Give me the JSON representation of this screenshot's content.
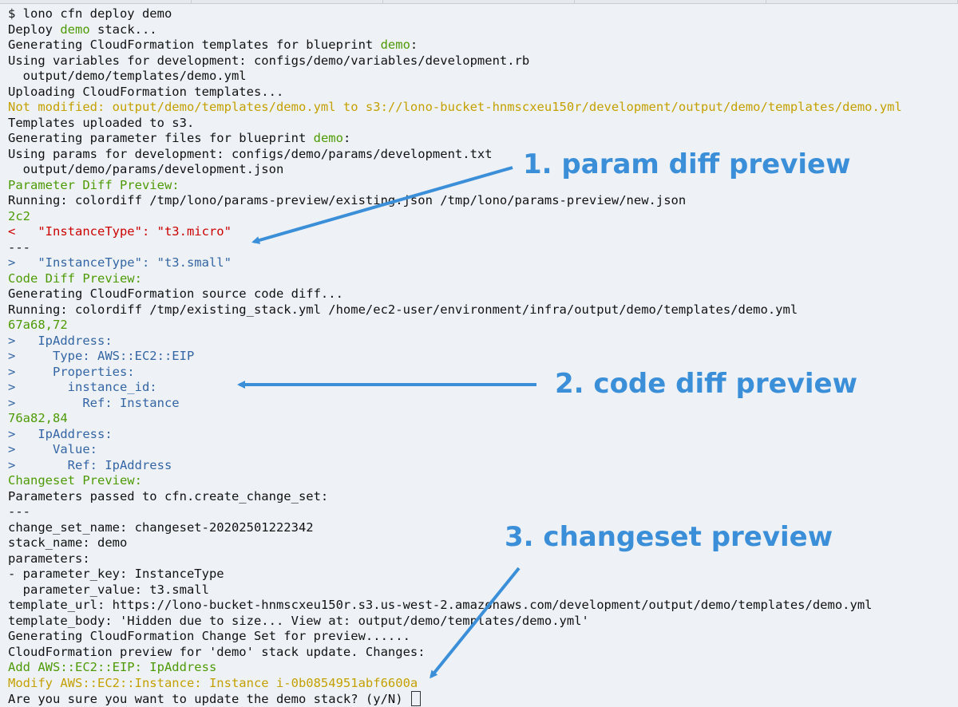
{
  "terminal": {
    "lines": [
      {
        "name": "line-command",
        "segments": [
          {
            "text": "$ lono cfn deploy demo",
            "color": "default"
          }
        ]
      },
      {
        "name": "line-deploy",
        "segments": [
          {
            "text": "Deploy ",
            "color": "default"
          },
          {
            "text": "demo",
            "color": "green"
          },
          {
            "text": " stack...",
            "color": "default"
          }
        ]
      },
      {
        "name": "line-generating-templates",
        "segments": [
          {
            "text": "Generating CloudFormation templates for blueprint ",
            "color": "default"
          },
          {
            "text": "demo",
            "color": "green"
          },
          {
            "text": ":",
            "color": "default"
          }
        ]
      },
      {
        "name": "line-variables",
        "segments": [
          {
            "text": "Using variables for development: configs/demo/variables/development.rb",
            "color": "default"
          }
        ]
      },
      {
        "name": "line-template-output",
        "segments": [
          {
            "text": "  output/demo/templates/demo.yml",
            "color": "default"
          }
        ]
      },
      {
        "name": "line-uploading",
        "segments": [
          {
            "text": "Uploading CloudFormation templates...",
            "color": "default"
          }
        ]
      },
      {
        "name": "line-not-modified",
        "segments": [
          {
            "text": "Not modified: output/demo/templates/demo.yml to s3://lono-bucket-hnmscxeu150r/development/output/demo/templates/demo.yml",
            "color": "yellow"
          }
        ]
      },
      {
        "name": "line-uploaded",
        "segments": [
          {
            "text": "Templates uploaded to s3.",
            "color": "default"
          }
        ]
      },
      {
        "name": "line-generating-params",
        "segments": [
          {
            "text": "Generating parameter files for blueprint ",
            "color": "default"
          },
          {
            "text": "demo",
            "color": "green"
          },
          {
            "text": ":",
            "color": "default"
          }
        ]
      },
      {
        "name": "line-params",
        "segments": [
          {
            "text": "Using params for development: configs/demo/params/development.txt",
            "color": "default"
          }
        ]
      },
      {
        "name": "line-params-output",
        "segments": [
          {
            "text": "  output/demo/params/development.json",
            "color": "default"
          }
        ]
      },
      {
        "name": "line-param-diff-header",
        "segments": [
          {
            "text": "Parameter Diff Preview:",
            "color": "green"
          }
        ]
      },
      {
        "name": "line-param-diff-running",
        "segments": [
          {
            "text": "Running: colordiff /tmp/lono/params-preview/existing.json /tmp/lono/params-preview/new.json",
            "color": "default"
          }
        ]
      },
      {
        "name": "line-diff-hunk-1",
        "segments": [
          {
            "text": "2c2",
            "color": "green"
          }
        ]
      },
      {
        "name": "line-diff-removed",
        "segments": [
          {
            "text": "<   \"InstanceType\": \"t3.micro\"",
            "color": "red"
          }
        ]
      },
      {
        "name": "line-diff-separator",
        "segments": [
          {
            "text": "---",
            "color": "default"
          }
        ]
      },
      {
        "name": "line-diff-added",
        "segments": [
          {
            "text": ">   \"InstanceType\": \"t3.small\"",
            "color": "blue"
          }
        ]
      },
      {
        "name": "line-code-diff-header",
        "segments": [
          {
            "text": "Code Diff Preview:",
            "color": "green"
          }
        ]
      },
      {
        "name": "line-code-diff-generating",
        "segments": [
          {
            "text": "Generating CloudFormation source code diff...",
            "color": "default"
          }
        ]
      },
      {
        "name": "line-code-diff-running",
        "segments": [
          {
            "text": "Running: colordiff /tmp/existing_stack.yml /home/ec2-user/environment/infra/output/demo/templates/demo.yml",
            "color": "default"
          }
        ]
      },
      {
        "name": "line-code-hunk-1",
        "segments": [
          {
            "text": "67a68,72",
            "color": "green"
          }
        ]
      },
      {
        "name": "line-code-add-1",
        "segments": [
          {
            "text": ">   IpAddress:",
            "color": "blue"
          }
        ]
      },
      {
        "name": "line-code-add-2",
        "segments": [
          {
            "text": ">     Type: AWS::EC2::EIP",
            "color": "blue"
          }
        ]
      },
      {
        "name": "line-code-add-3",
        "segments": [
          {
            "text": ">     Properties:",
            "color": "blue"
          }
        ]
      },
      {
        "name": "line-code-add-4",
        "segments": [
          {
            "text": ">       instance_id:",
            "color": "blue"
          }
        ]
      },
      {
        "name": "line-code-add-5",
        "segments": [
          {
            "text": ">         Ref: Instance",
            "color": "blue"
          }
        ]
      },
      {
        "name": "line-code-hunk-2",
        "segments": [
          {
            "text": "76a82,84",
            "color": "green"
          }
        ]
      },
      {
        "name": "line-code-add-6",
        "segments": [
          {
            "text": ">   IpAddress:",
            "color": "blue"
          }
        ]
      },
      {
        "name": "line-code-add-7",
        "segments": [
          {
            "text": ">     Value:",
            "color": "blue"
          }
        ]
      },
      {
        "name": "line-code-add-8",
        "segments": [
          {
            "text": ">       Ref: IpAddress",
            "color": "blue"
          }
        ]
      },
      {
        "name": "line-changeset-header",
        "segments": [
          {
            "text": "Changeset Preview:",
            "color": "green"
          }
        ]
      },
      {
        "name": "line-params-passed",
        "segments": [
          {
            "text": "Parameters passed to cfn.create_change_set:",
            "color": "default"
          }
        ]
      },
      {
        "name": "line-yaml-start",
        "segments": [
          {
            "text": "---",
            "color": "default"
          }
        ]
      },
      {
        "name": "line-change-set-name",
        "segments": [
          {
            "text": "change_set_name: changeset-20202501222342",
            "color": "default"
          }
        ]
      },
      {
        "name": "line-stack-name",
        "segments": [
          {
            "text": "stack_name: demo",
            "color": "default"
          }
        ]
      },
      {
        "name": "line-parameters",
        "segments": [
          {
            "text": "parameters:",
            "color": "default"
          }
        ]
      },
      {
        "name": "line-parameter-key",
        "segments": [
          {
            "text": "- parameter_key: InstanceType",
            "color": "default"
          }
        ]
      },
      {
        "name": "line-parameter-value",
        "segments": [
          {
            "text": "  parameter_value: t3.small",
            "color": "default"
          }
        ]
      },
      {
        "name": "line-template-url",
        "segments": [
          {
            "text": "template_url: https://lono-bucket-hnmscxeu150r.s3.us-west-2.amazonaws.com/development/output/demo/templates/demo.yml",
            "color": "default"
          }
        ]
      },
      {
        "name": "line-template-body",
        "segments": [
          {
            "text": "template_body: 'Hidden due to size... View at: output/demo/templates/demo.yml'",
            "color": "default"
          }
        ]
      },
      {
        "name": "line-generating-changeset",
        "segments": [
          {
            "text": "Generating CloudFormation Change Set for preview......",
            "color": "default"
          }
        ]
      },
      {
        "name": "line-preview-changes",
        "segments": [
          {
            "text": "CloudFormation preview for 'demo' stack update. Changes:",
            "color": "default"
          }
        ]
      },
      {
        "name": "line-change-add",
        "segments": [
          {
            "text": "Add AWS::EC2::EIP: IpAddress",
            "color": "green"
          }
        ]
      },
      {
        "name": "line-change-modify",
        "segments": [
          {
            "text": "Modify AWS::EC2::Instance: Instance i-0b0854951abf6600a",
            "color": "yellow"
          }
        ]
      },
      {
        "name": "line-confirm-prompt",
        "segments": [
          {
            "text": "Are you sure you want to update the demo stack? (y/N) ",
            "color": "default"
          }
        ],
        "cursor": true
      }
    ]
  },
  "annotations": {
    "param_diff": "1. param diff preview",
    "code_diff": "2. code diff preview",
    "changeset": "3. changeset preview"
  },
  "colors": {
    "background": "#eef2f7",
    "default": "#111111",
    "green": "#4e9a06",
    "yellow": "#c4a000",
    "red": "#cc0000",
    "blue": "#3465a4",
    "annotation": "#3b8fd9"
  }
}
